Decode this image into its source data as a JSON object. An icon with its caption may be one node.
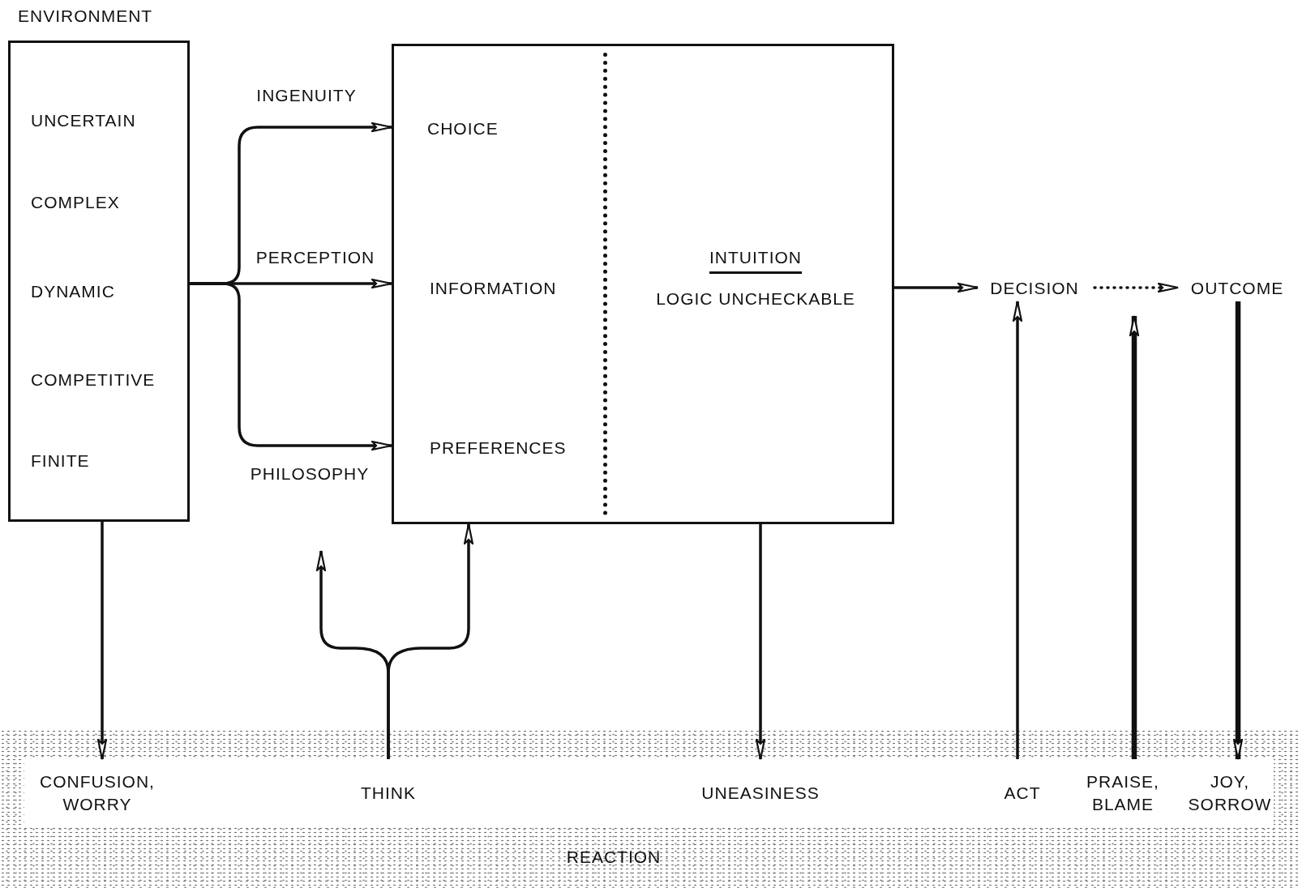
{
  "diagram": {
    "nodes": [
      {
        "text": [
          "ENVIRONMENT",
          "UNCERTAIN",
          "COMPLEX",
          "DYNAMIC",
          "COMPETITIVE",
          "FINITE"
        ]
      },
      {
        "text": [
          "CHOICE",
          "INFORMATION",
          "PREFERENCES",
          "INTUITION",
          "LOGIC UNCHECKABLE"
        ]
      },
      {
        "text": [
          "DECISION"
        ]
      },
      {
        "text": [
          "OUTCOME"
        ]
      },
      {
        "text": [
          "REACTION"
        ]
      },
      {
        "text": [
          "CONFUSION, WORRY"
        ],
        "in": 4
      },
      {
        "text": [
          "THINK"
        ],
        "in": 4
      },
      {
        "text": [
          "UNEASINESS"
        ],
        "in": 4
      },
      {
        "text": [
          "ACT"
        ],
        "in": 4
      },
      {
        "text": [
          "PRAISE, BLAME"
        ],
        "in": 4
      },
      {
        "text": [
          "JOY, SORROW"
        ],
        "in": 4
      }
    ],
    "edges": [
      {
        "from": 0,
        "to": 1,
        "arrow": "to",
        "label": "INGENUITY"
      },
      {
        "from": 0,
        "to": 1,
        "arrow": "to",
        "label": "PERCEPTION"
      },
      {
        "from": 0,
        "to": 1,
        "arrow": "to",
        "label": "PHILOSOPHY"
      },
      {
        "from": 1,
        "to": 2,
        "arrow": "to"
      },
      {
        "from": 2,
        "to": 3,
        "arrow": "to",
        "style": "dashed"
      },
      {
        "from": 0,
        "to": 5,
        "arrow": "to"
      },
      {
        "from": 6,
        "to": null,
        "arrow": "to"
      },
      {
        "from": 6,
        "to": 1,
        "arrow": "to"
      },
      {
        "from": 1,
        "to": 7,
        "arrow": "to"
      },
      {
        "from": 8,
        "to": 2,
        "arrow": "to"
      },
      {
        "from": 9,
        "to": null,
        "arrow": "to",
        "style": "thick"
      },
      {
        "from": 3,
        "to": 10,
        "arrow": "to",
        "style": "thick"
      }
    ]
  }
}
